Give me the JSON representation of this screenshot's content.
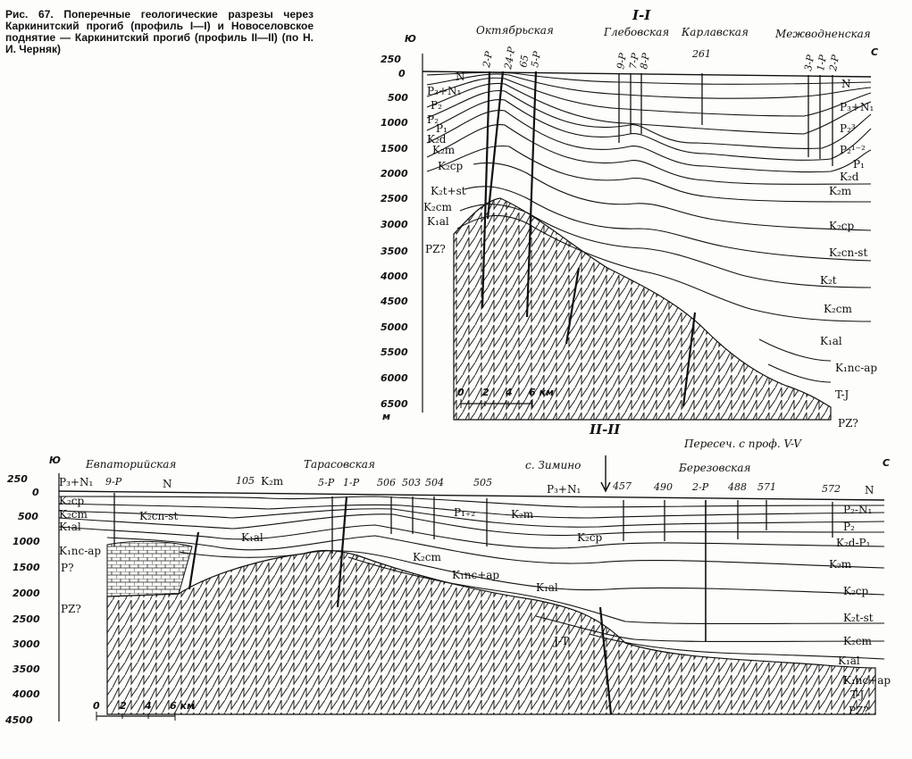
{
  "caption": "Рис. 67. Поперечные геологические разрезы через Каркинитский прогиб (профиль I—I) и Новоселовское поднятие — Каркинитский прогиб (профиль II—II) (по Н. И. Черняк)",
  "profile1": {
    "title": "I-I",
    "south": "Ю",
    "north": "С",
    "places": [
      "Октябрьская",
      "Глебовская",
      "Карлавская",
      "Межводненская"
    ],
    "wells": [
      "2-Р",
      "24-Р",
      "65",
      "5-Р",
      "9-Р",
      "7-Р",
      "8-Р",
      "261",
      "3-Р",
      "1-Р",
      "2-Р"
    ],
    "depths": [
      "250",
      "0",
      "500",
      "1000",
      "1500",
      "2000",
      "2500",
      "3000",
      "3500",
      "4000",
      "4500",
      "5000",
      "5500",
      "6000",
      "6500"
    ],
    "depth_unit": "м",
    "left_labels": [
      "N",
      "P₃+N₁",
      "P₂",
      "P₂",
      "P₁",
      "K₂d",
      "K₂m",
      "K₂cp",
      "K₂t+st",
      "K₂cm",
      "K₁al",
      "PZ?"
    ],
    "right_labels": [
      "N",
      "P₃+N₁",
      "P₂³",
      "P₂¹⁻²",
      "P₁",
      "K₂d",
      "K₂m",
      "K₂cp",
      "K₂cn-st",
      "K₂t",
      "K₂cm",
      "K₁al",
      "K₁nc-ap",
      "T-J",
      "PZ?"
    ],
    "scale": [
      "0",
      "2",
      "4",
      "6 км"
    ]
  },
  "profile2": {
    "title": "II-II",
    "south": "Ю",
    "north": "С",
    "cross_note": "Пересеч. с проф. V-V",
    "places": [
      "Евпаторийская",
      "Тарасовская",
      "с. Зимино",
      "Березовская"
    ],
    "wells": [
      "9-Р",
      "105",
      "5-Р",
      "1-Р",
      "506",
      "503",
      "504",
      "505",
      "457",
      "490",
      "2-Р",
      "488",
      "571",
      "572"
    ],
    "depths": [
      "250",
      "0",
      "500",
      "1000",
      "1500",
      "2000",
      "2500",
      "3000",
      "3500",
      "4000",
      "4500"
    ],
    "left_labels": [
      "P₃+N₁",
      "N",
      "K₂cp",
      "K₂cm",
      "K₁al",
      "K₂cn-st",
      "K₁nc-ap",
      "P?",
      "PZ?"
    ],
    "inner_labels": [
      "K₂m",
      "K₁al",
      "P₁₊₂",
      "K₂m",
      "K₂cp",
      "K₂cm",
      "K₁nc+ap",
      "K₁al",
      "J-T",
      "P₃+N₁"
    ],
    "right_labels": [
      "N",
      "P₂-N₁",
      "P₂",
      "K₂d-P₁",
      "K₂m",
      "K₂cp",
      "K₂t-st",
      "K₂cm",
      "K₁al",
      "K₁nc+ap",
      "T-J",
      "PZ?"
    ],
    "scale": [
      "0",
      "2",
      "4",
      "6 км"
    ]
  }
}
